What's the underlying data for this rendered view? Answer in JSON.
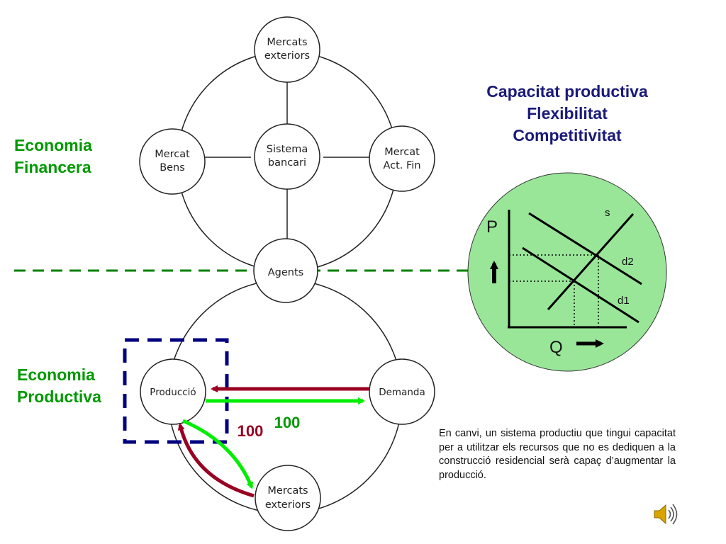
{
  "colors": {
    "financial_label": "#009900",
    "title": "#1a1a7a",
    "flow_green": "#00ee00",
    "flow_red": "#990022",
    "dashed_divider": "#008000",
    "production_box": "#000080",
    "graph_circle": "#99e699"
  },
  "labels": {
    "economia_financera": [
      "Economia",
      "Financera"
    ],
    "economia_productiva": [
      "Economia",
      "Productiva"
    ]
  },
  "title": {
    "line1": "Capacitat productiva",
    "line2": "Flexibilitat",
    "line3": "Competitivitat"
  },
  "nodes": {
    "mercats_exteriors_top": [
      "Mercats",
      "exteriors"
    ],
    "sistema_bancari": [
      "Sistema",
      "bancari"
    ],
    "mercat_bens": [
      "Mercat",
      "Bens"
    ],
    "mercat_act_fin": [
      "Mercat",
      "Act. Fin"
    ],
    "agents": "Agents",
    "produccio": "Producció",
    "demanda": "Demanda",
    "mercats_exteriors_bottom": [
      "Mercats",
      "exteriors"
    ]
  },
  "flows": {
    "green_value": "100",
    "red_value": "100"
  },
  "graph": {
    "p_label": "P",
    "q_label": "Q",
    "s_label": "s",
    "d1_label": "d1",
    "d2_label": "d2"
  },
  "description": "En canvi, un sistema productiu que tingui capacitat per a utilitzar els recursos que no es dediquen a la construcció residencial serà capaç d’augmentar la producció.",
  "icons": {
    "speaker": "speaker-icon"
  }
}
